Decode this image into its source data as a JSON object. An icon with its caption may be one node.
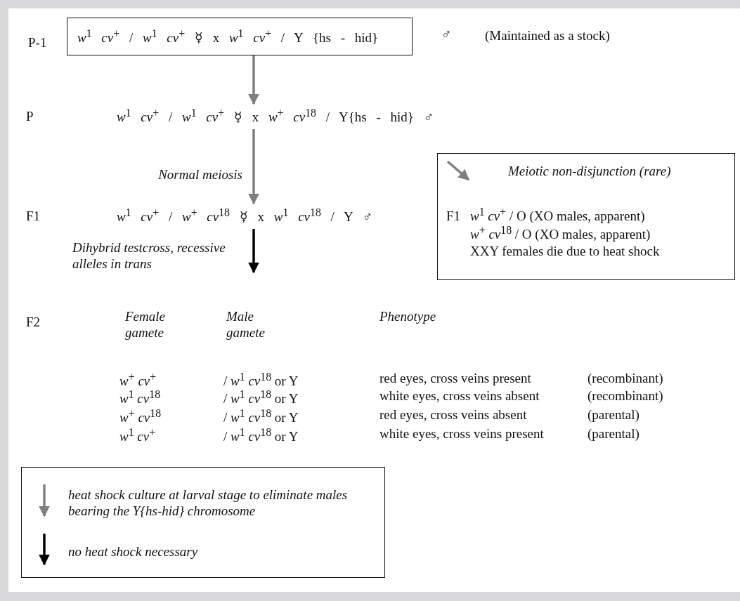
{
  "diagram": {
    "nodes": [
      {
        "text": [
          "*w*$^{1}$ *cv*$^{+}$ / *w*$^{1}$ *cv*$^{+}$ ☿ x *w*$^{1}$ *cv*$^{+}$ / Y {hs - hid}"
        ],
        "beside": [
          "♂",
          "(Maintained as a stock)"
        ]
      },
      {
        "text": [
          "*w*$^{1}$ *cv*$^{+}$ / *w*$^{1}$ *cv*$^{+}$ ☿ x *w*$^{+}$ *cv*$^{18}$ / Y{hs - hid} ♂"
        ]
      },
      {
        "text": [
          "*w*$^{1}$ *cv*$^{+}$ / *w*$^{+}$ *cv*$^{18}$ ☿ x *w*$^{1}$ *cv*$^{18}$ / Y ♂"
        ]
      },
      {
        "text": [
          "Meiotic non-disjunction (rare)",
          "F1",
          "*w*$^{1}$ *cv*$^{+}$ / O (XO males, apparent)",
          "*w*$^{+}$ *cv*$^{18}$ / O (XO males, apparent)",
          "XXY females die due to heat shock"
        ]
      }
    ],
    "edges": [
      {
        "from": 0,
        "to": 1,
        "arrow": "to"
      },
      {
        "from": 1,
        "to": 2,
        "arrow": "to",
        "label": "Normal meiosis"
      },
      {
        "from": 2,
        "to": null,
        "arrow": "to",
        "label": "Dihybrid testcross, recessive alleles in trans",
        "color": "#000000"
      }
    ],
    "labels": [
      "P-1",
      "P",
      "F1",
      "F2",
      "Female gamete",
      "Male gamete",
      "Phenotype",
      "*w*$^{+}$ *cv*$^{+}$",
      "/ *w*$^{1}$ *cv*$^{18}$ or Y",
      "red eyes, cross veins present",
      "(recombinant)",
      "*w*$^{1}$ *cv*$^{18}$",
      "/ *w*$^{1}$ *cv*$^{18}$ or Y",
      "white eyes, cross veins absent",
      "(recombinant)",
      "*w*$^{+}$ *cv*$^{18}$",
      "/ *w*$^{1}$ *cv*$^{18}$ or Y",
      "red eyes, cross veins absent",
      "(parental)",
      "*w*$^{1}$ *cv*$^{+}$",
      "/ *w*$^{1}$ *cv*$^{18}$ or Y",
      "white eyes, cross veins present",
      "(parental)"
    ],
    "legend": [
      {
        "text": "heat shock culture at larval stage to eliminate males bearing the Y{hs-hid} chromosome"
      },
      {
        "text": "no heat shock necessary"
      }
    ]
  }
}
